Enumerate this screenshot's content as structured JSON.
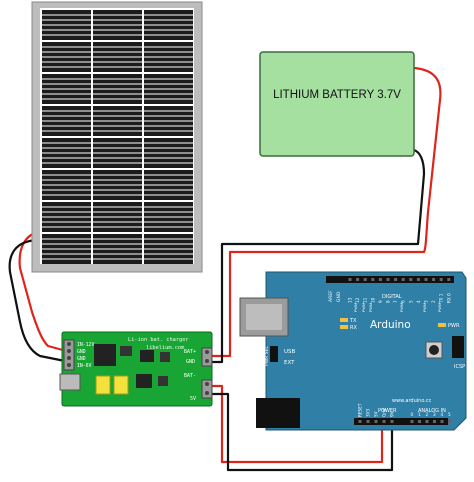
{
  "battery": {
    "label": "LITHIUM BATTERY 3.7V",
    "fill": "#a5e0a0",
    "stroke": "#3a6a3a"
  },
  "panel": {
    "frame_color": "#b9b9b9",
    "cell_color": "#1c1c1c",
    "line_color": "#ffffff"
  },
  "charger": {
    "title": "Li-ion bat. charger",
    "site": "libelium.com",
    "in_pins": [
      "IN-12V",
      "GND",
      "GND",
      "IN-6V"
    ],
    "bat_label": "BAT+",
    "bat_gnd": "GND",
    "out_label": "5V",
    "bat_minus": "BAT-",
    "board_color": "#19a533"
  },
  "arduino": {
    "brand": "Arduino",
    "url": "www.arduino.cc",
    "digital": "DIGITAL",
    "aref": "AREF",
    "gnd": "GND",
    "pwm_labels": [
      "PWM",
      "PWM",
      "PWM",
      "PWM",
      "PWM",
      "PWM"
    ],
    "tx": "TX",
    "rx": "RX",
    "pwr": "PWR",
    "icsp": "ICSP",
    "usb": "USB",
    "ext": "EXT",
    "pwr_sel": "PWR SEL",
    "power": "POWER",
    "analog_in": "ANALOG IN",
    "power_pins": [
      "RESET",
      "3V3",
      "5V",
      "Gnd",
      "9V"
    ],
    "analog_pins": [
      "0",
      "1",
      "2",
      "3",
      "4",
      "5"
    ],
    "digital_pins": [
      "13",
      "12",
      "11",
      "10",
      "9",
      "8",
      "7",
      "6",
      "5",
      "4",
      "3",
      "2",
      "TX 1",
      "RX 0"
    ],
    "board_color": "#2f7fa6"
  },
  "wires": {
    "red": "#e0231b",
    "black": "#111111"
  }
}
